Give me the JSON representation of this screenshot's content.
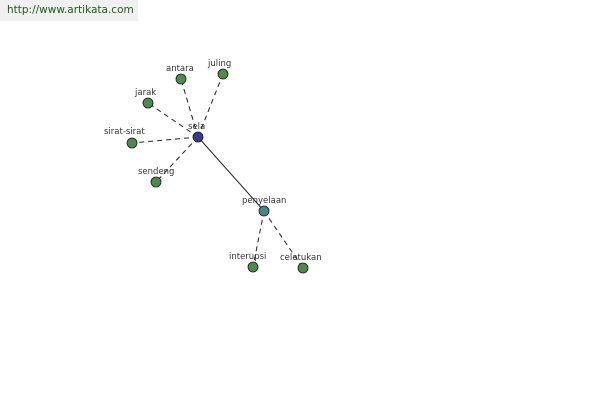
{
  "header": {
    "url": "http://www.artikata.com"
  },
  "colors": {
    "root_fill": "#3b3b8c",
    "hub_fill": "#3f8a86",
    "leaf_fill": "#4e8a4a",
    "node_stroke": "#1a1a1a",
    "edge": "#222222"
  },
  "graph": {
    "nodes": [
      {
        "id": "sela",
        "label": "sela",
        "kind": "root"
      },
      {
        "id": "antara",
        "label": "antara",
        "kind": "leaf"
      },
      {
        "id": "juling",
        "label": "juling",
        "kind": "leaf"
      },
      {
        "id": "jarak",
        "label": "jarak",
        "kind": "leaf"
      },
      {
        "id": "sirat-sirat",
        "label": "sirat-sirat",
        "kind": "leaf"
      },
      {
        "id": "sendeng",
        "label": "sendeng",
        "kind": "leaf"
      },
      {
        "id": "penyelaan",
        "label": "penyelaan",
        "kind": "hub"
      },
      {
        "id": "interupsi",
        "label": "interupsi",
        "kind": "leaf"
      },
      {
        "id": "celetukan",
        "label": "celetukan",
        "kind": "leaf"
      }
    ],
    "edges": [
      {
        "from": "sela",
        "to": "antara",
        "style": "dashed"
      },
      {
        "from": "sela",
        "to": "juling",
        "style": "dashed"
      },
      {
        "from": "sela",
        "to": "jarak",
        "style": "dashed"
      },
      {
        "from": "sela",
        "to": "sirat-sirat",
        "style": "dashed"
      },
      {
        "from": "sela",
        "to": "sendeng",
        "style": "dashed"
      },
      {
        "from": "sela",
        "to": "penyelaan",
        "style": "solid"
      },
      {
        "from": "penyelaan",
        "to": "interupsi",
        "style": "dashed"
      },
      {
        "from": "penyelaan",
        "to": "celetukan",
        "style": "dashed"
      }
    ]
  }
}
